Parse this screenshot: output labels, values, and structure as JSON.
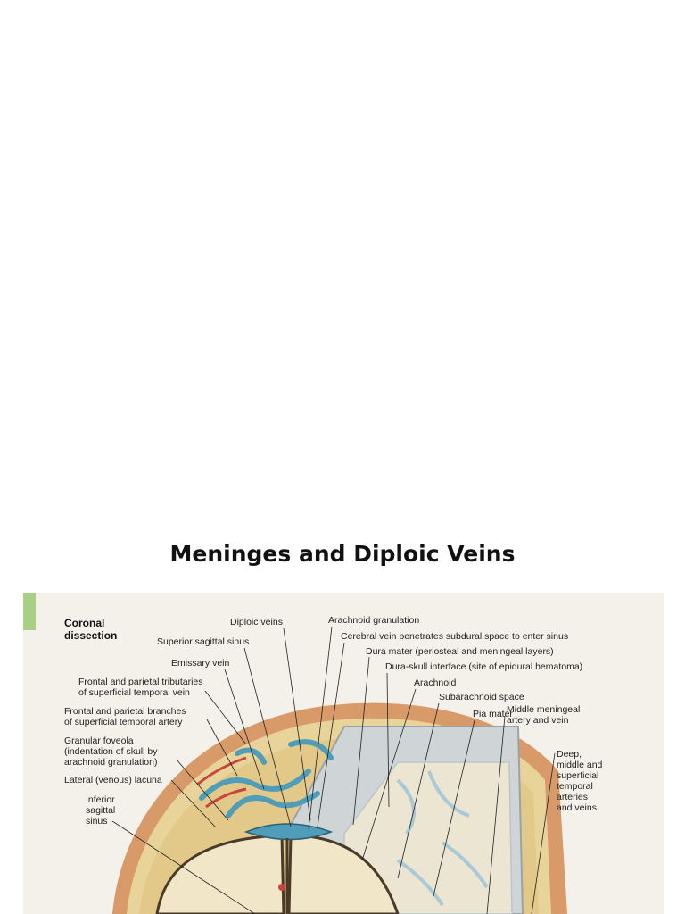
{
  "slide": {
    "title": "Meninges and Diploic Veins"
  },
  "figure": {
    "heading_line1": "Coronal",
    "heading_line2": "dissection",
    "labels": {
      "diploic_veins": "Diploic veins",
      "arachnoid_granulation": "Arachnoid granulation",
      "superior_sagittal_sinus": "Superior sagittal sinus",
      "cerebral_vein": "Cerebral vein penetrates subdural space to enter sinus",
      "emissary_vein": "Emissary vein",
      "dura_mater": "Dura mater (periosteal and meningeal layers)",
      "dura_skull_interface": "Dura-skull interface (site of epidural hematoma)",
      "frontal_tributaries_1": "Frontal and parietal tributaries",
      "frontal_tributaries_2": "of superficial temporal vein",
      "arachnoid": "Arachnoid",
      "subarachnoid_space": "Subarachnoid space",
      "frontal_branches_1": "Frontal and parietal branches",
      "frontal_branches_2": "of superficial temporal artery",
      "pia_mater": "Pia mater",
      "middle_meningeal_1": "Middle meningeal",
      "middle_meningeal_2": "artery and vein",
      "granular_foveola_1": "Granular foveola",
      "granular_foveola_2": "(indentation of skull by",
      "granular_foveola_3": "arachnoid granulation)",
      "deep_1": "Deep,",
      "deep_2": "middle and",
      "deep_3": "superficial",
      "deep_4": "temporal",
      "deep_5": "arteries",
      "deep_6": "and veins",
      "lateral_lacuna": "Lateral (venous) lacuna",
      "inferior_1": "Inferior",
      "inferior_2": "sagittal",
      "inferior_3": "sinus"
    },
    "colors": {
      "vein": "#4f9db8",
      "artery": "#c8453c",
      "bone": "#e8d49a",
      "scalp": "#d99a6a",
      "brain": "#f1e6c8",
      "dura": "#cfd4d6"
    }
  }
}
